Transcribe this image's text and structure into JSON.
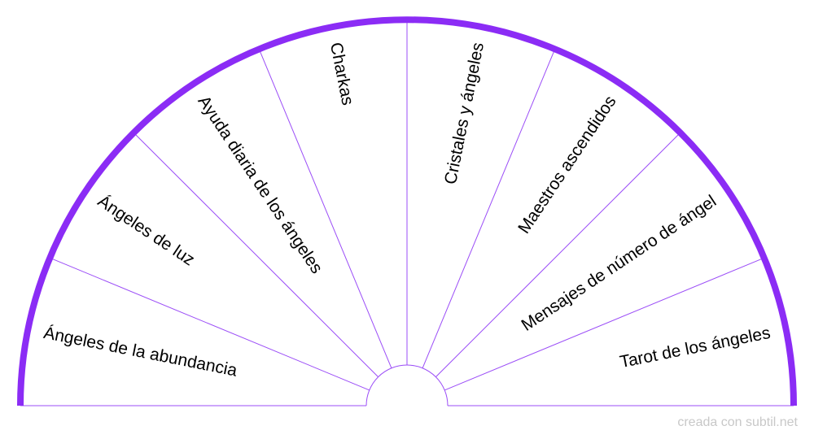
{
  "accent_color": "#8b2cf5",
  "line_color": "#9b4df7",
  "text_color": "#000000",
  "credit_color": "#c8c8c8",
  "sectors": [
    "Ángeles de la abundancia",
    "Ángeles de luz",
    "Ayuda diaria de los ángeles",
    "Charkas",
    "Cristales y ángeles",
    "Maestros ascendidos",
    "Mensajes de número de ángel",
    "Tarot de los ángeles"
  ],
  "credit": "creada con subtil.net"
}
